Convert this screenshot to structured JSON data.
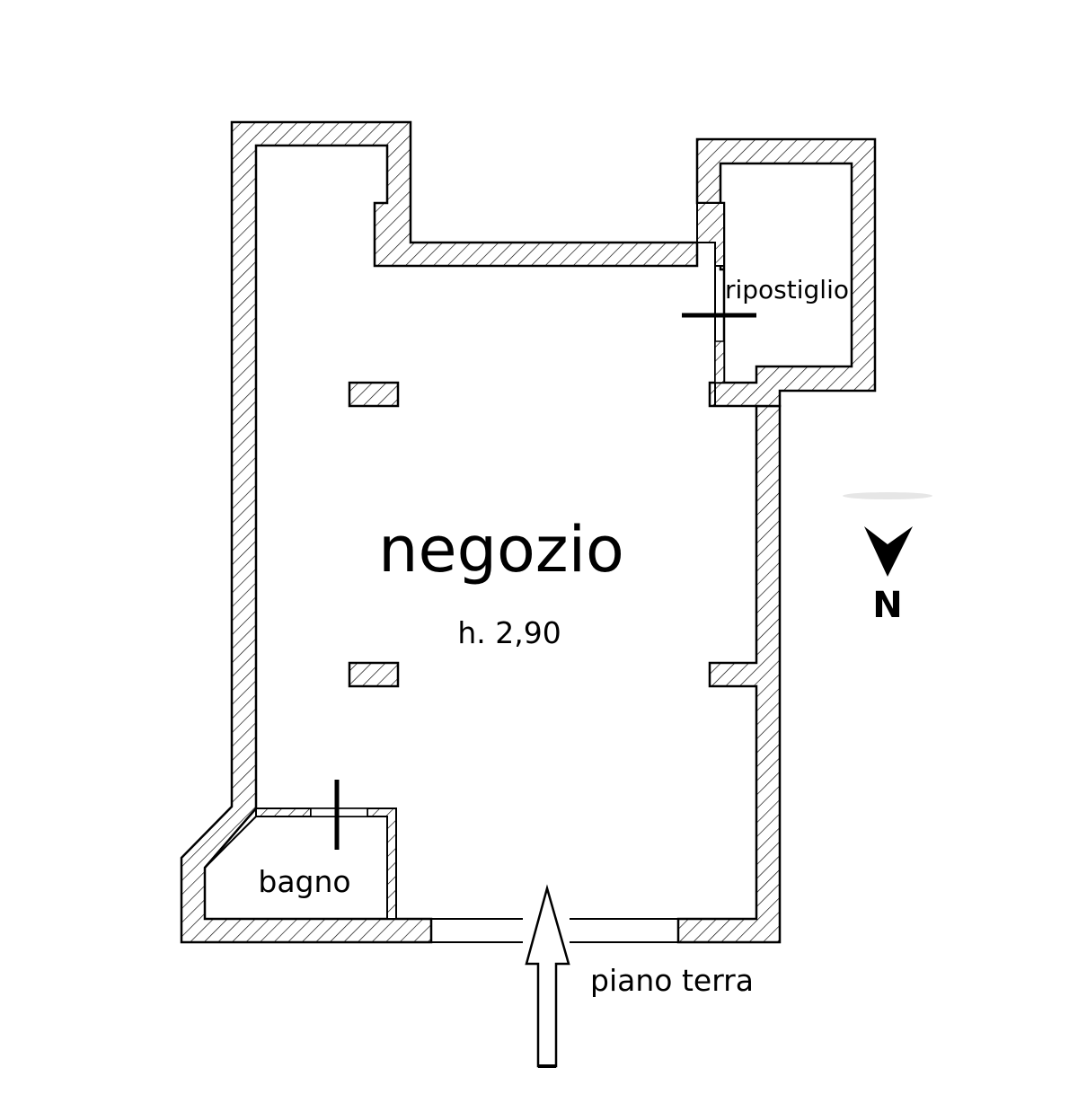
{
  "rooms": {
    "main": "negozio",
    "height": "h. 2,90",
    "storage": "ripostiglio",
    "bathroom": "bagno"
  },
  "floor": "piano terra",
  "compass": {
    "label": "N",
    "icon": "north-arrow-icon"
  },
  "entrance": {
    "icon": "entrance-arrow-icon"
  },
  "colors": {
    "wall_outline": "#000000",
    "hatch": "#000000",
    "background": "#ffffff"
  }
}
